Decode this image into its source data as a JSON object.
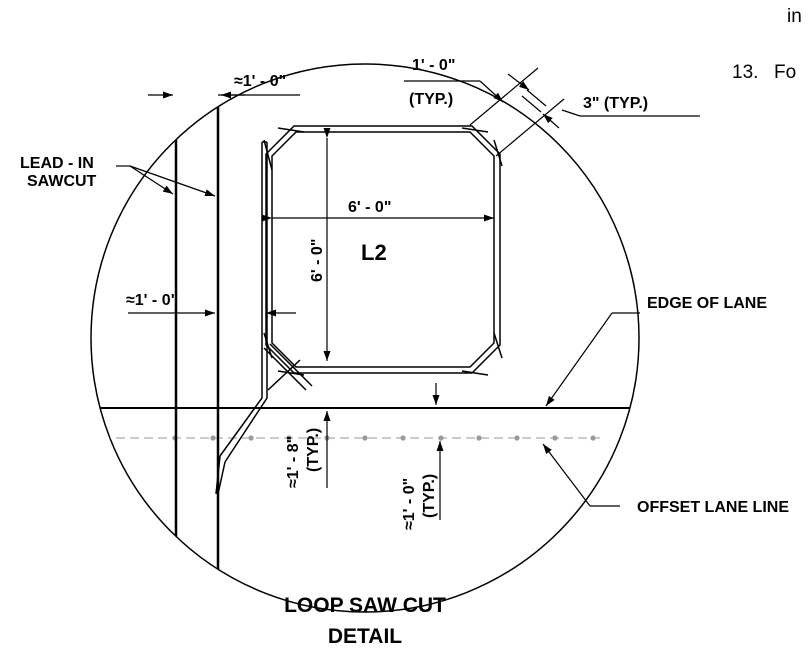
{
  "notes": {
    "cut_text": "in",
    "item_number": "13.",
    "item_text": "Fo"
  },
  "labels": {
    "approx_top": "≈1' - 0\"",
    "lead_in": "LEAD - IN",
    "sawcut": "SAWCUT",
    "typ_1ft": "1' - 0\"",
    "typ_1ft_sub": "(TYP.)",
    "three_in": "3\" (TYP.)",
    "width": "6' - 0\"",
    "height": "6' - 0\"",
    "loop_id": "L2",
    "approx_left": "≈1' - 0\"",
    "edge_of_lane": "EDGE OF LANE",
    "approx_1ft8": "≈1' - 8\"",
    "typ_a": "(TYP.)",
    "approx_1ft0": "≈1' - 0\"",
    "typ_b": "(TYP.)",
    "offset_lane_line": "OFFSET LANE LINE"
  },
  "title": {
    "line1": "LOOP SAW CUT",
    "line2": "DETAIL"
  },
  "colors": {
    "ink": "#000000",
    "dots": "#9a9a9a",
    "background": "#ffffff"
  }
}
